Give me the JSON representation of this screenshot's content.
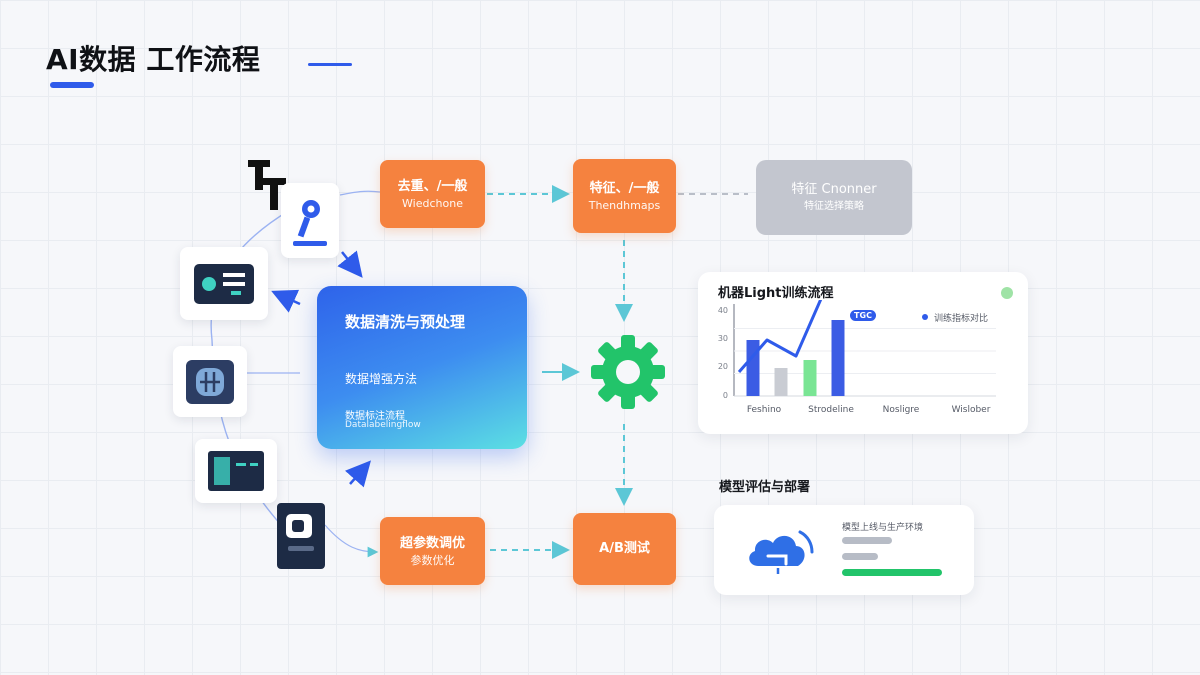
{
  "header": {
    "title": "AI数据 工作流程",
    "note": ""
  },
  "pipeline": {
    "step1": {
      "line1": "去重、/一般",
      "line2": "Wiedchone"
    },
    "step2": {
      "line1": "特征、/一般",
      "line2": "Thendhmaps"
    },
    "step3": {
      "line1": "特征 Cnonner",
      "line2": "特征选择策略"
    },
    "clean": {
      "title": "数据清洗与预处理",
      "subtitle": "数据增强方法",
      "note1": "数据标注流程",
      "note2": "Datalabelingflow"
    },
    "model": {
      "line1": "超参数调优",
      "line2": "参数优化"
    },
    "abtest": {
      "line1": "A/B测试"
    }
  },
  "training_card": {
    "title": "机器Light训练流程",
    "badge": "TGC",
    "legend": "训练指标对比"
  },
  "chart_data": {
    "type": "bar",
    "title": "",
    "categories": [
      "Feshino",
      "Strodeline",
      "Nosligre",
      "Wislober"
    ],
    "values": [
      28,
      14,
      18,
      38
    ],
    "bar_colors": [
      "#3b5ce4",
      "#c9ccd3",
      "#7ae594",
      "#3b5ce4"
    ],
    "line_series": {
      "type": "line",
      "values": [
        12,
        28,
        20,
        52
      ]
    },
    "yticks": [
      "40",
      "30",
      "20",
      "0"
    ],
    "ylim": [
      0,
      45
    ],
    "grid": true
  },
  "deploy": {
    "title": "模型评估与部署",
    "text": "模型上线与生产环境",
    "cloud_icon": "cloud-icon"
  },
  "colors": {
    "orange": "#f5823f",
    "blue": "#2f5bea",
    "gear": "#22c46a",
    "arrow_teal": "#5cc7d6",
    "gray_box": "#c3c6cf",
    "green_bar": "#22c46a"
  }
}
